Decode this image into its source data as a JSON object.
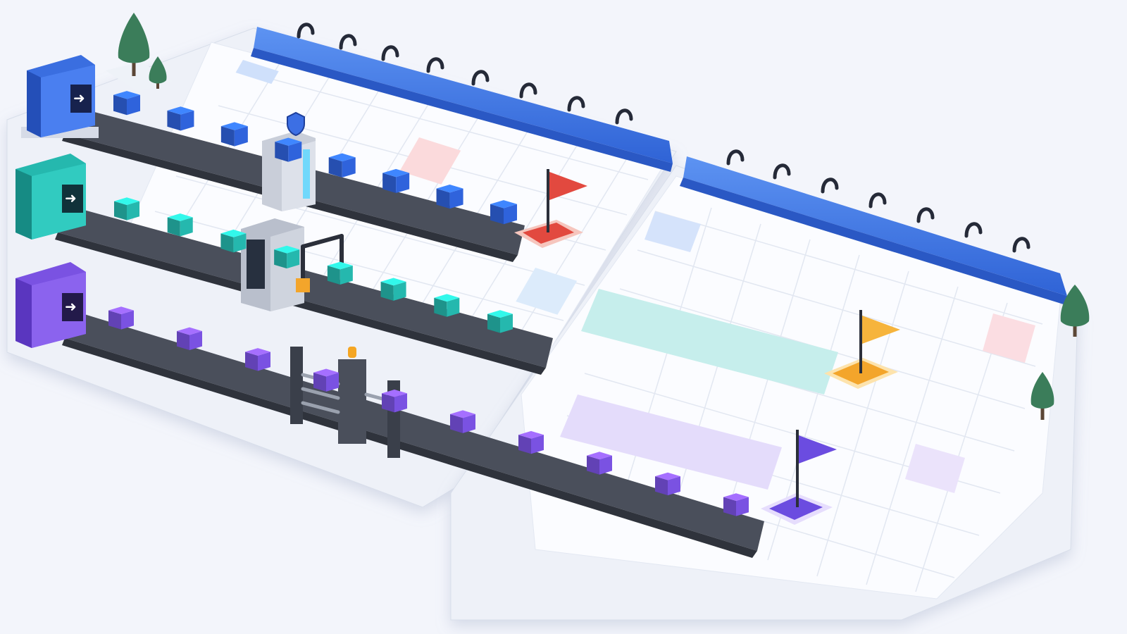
{
  "colors": {
    "background": "#f3f5fb",
    "calendar_binding": "#4a82ec",
    "calendar_binding_dark": "#3266d6",
    "board": "#fbfcff",
    "grid_line": "#e1e6f1",
    "belt": "#4a4f5b",
    "belt_dark": "#2f333c",
    "lane_blue": "#2f63dc",
    "lane_teal": "#25b8ae",
    "lane_purple": "#7a52e2",
    "flag_red": "#e2493f",
    "flag_orange": "#f3a52b",
    "flag_purple": "#6b4ce0",
    "machine_gray": "#c9ced9",
    "tree": "#3b7d5a"
  },
  "lanes": [
    {
      "id": "blue",
      "color_key": "lane_blue",
      "stage_machine": "security-scanner",
      "flag": "red",
      "boxes": 8
    },
    {
      "id": "teal",
      "color_key": "lane_teal",
      "stage_machine": "robotic-crane",
      "flag": "orange",
      "boxes": 8
    },
    {
      "id": "purple",
      "color_key": "lane_purple",
      "stage_machine": "gate-turnstile",
      "flag": "purple",
      "boxes": 10
    }
  ],
  "calendars": [
    {
      "id": "calendar-left",
      "rings": 8
    },
    {
      "id": "calendar-right",
      "rings": 7
    }
  ],
  "icons": [
    "shield-icon",
    "arrow-right-icon",
    "flag-icon",
    "tree-icon",
    "beacon-light-icon"
  ]
}
